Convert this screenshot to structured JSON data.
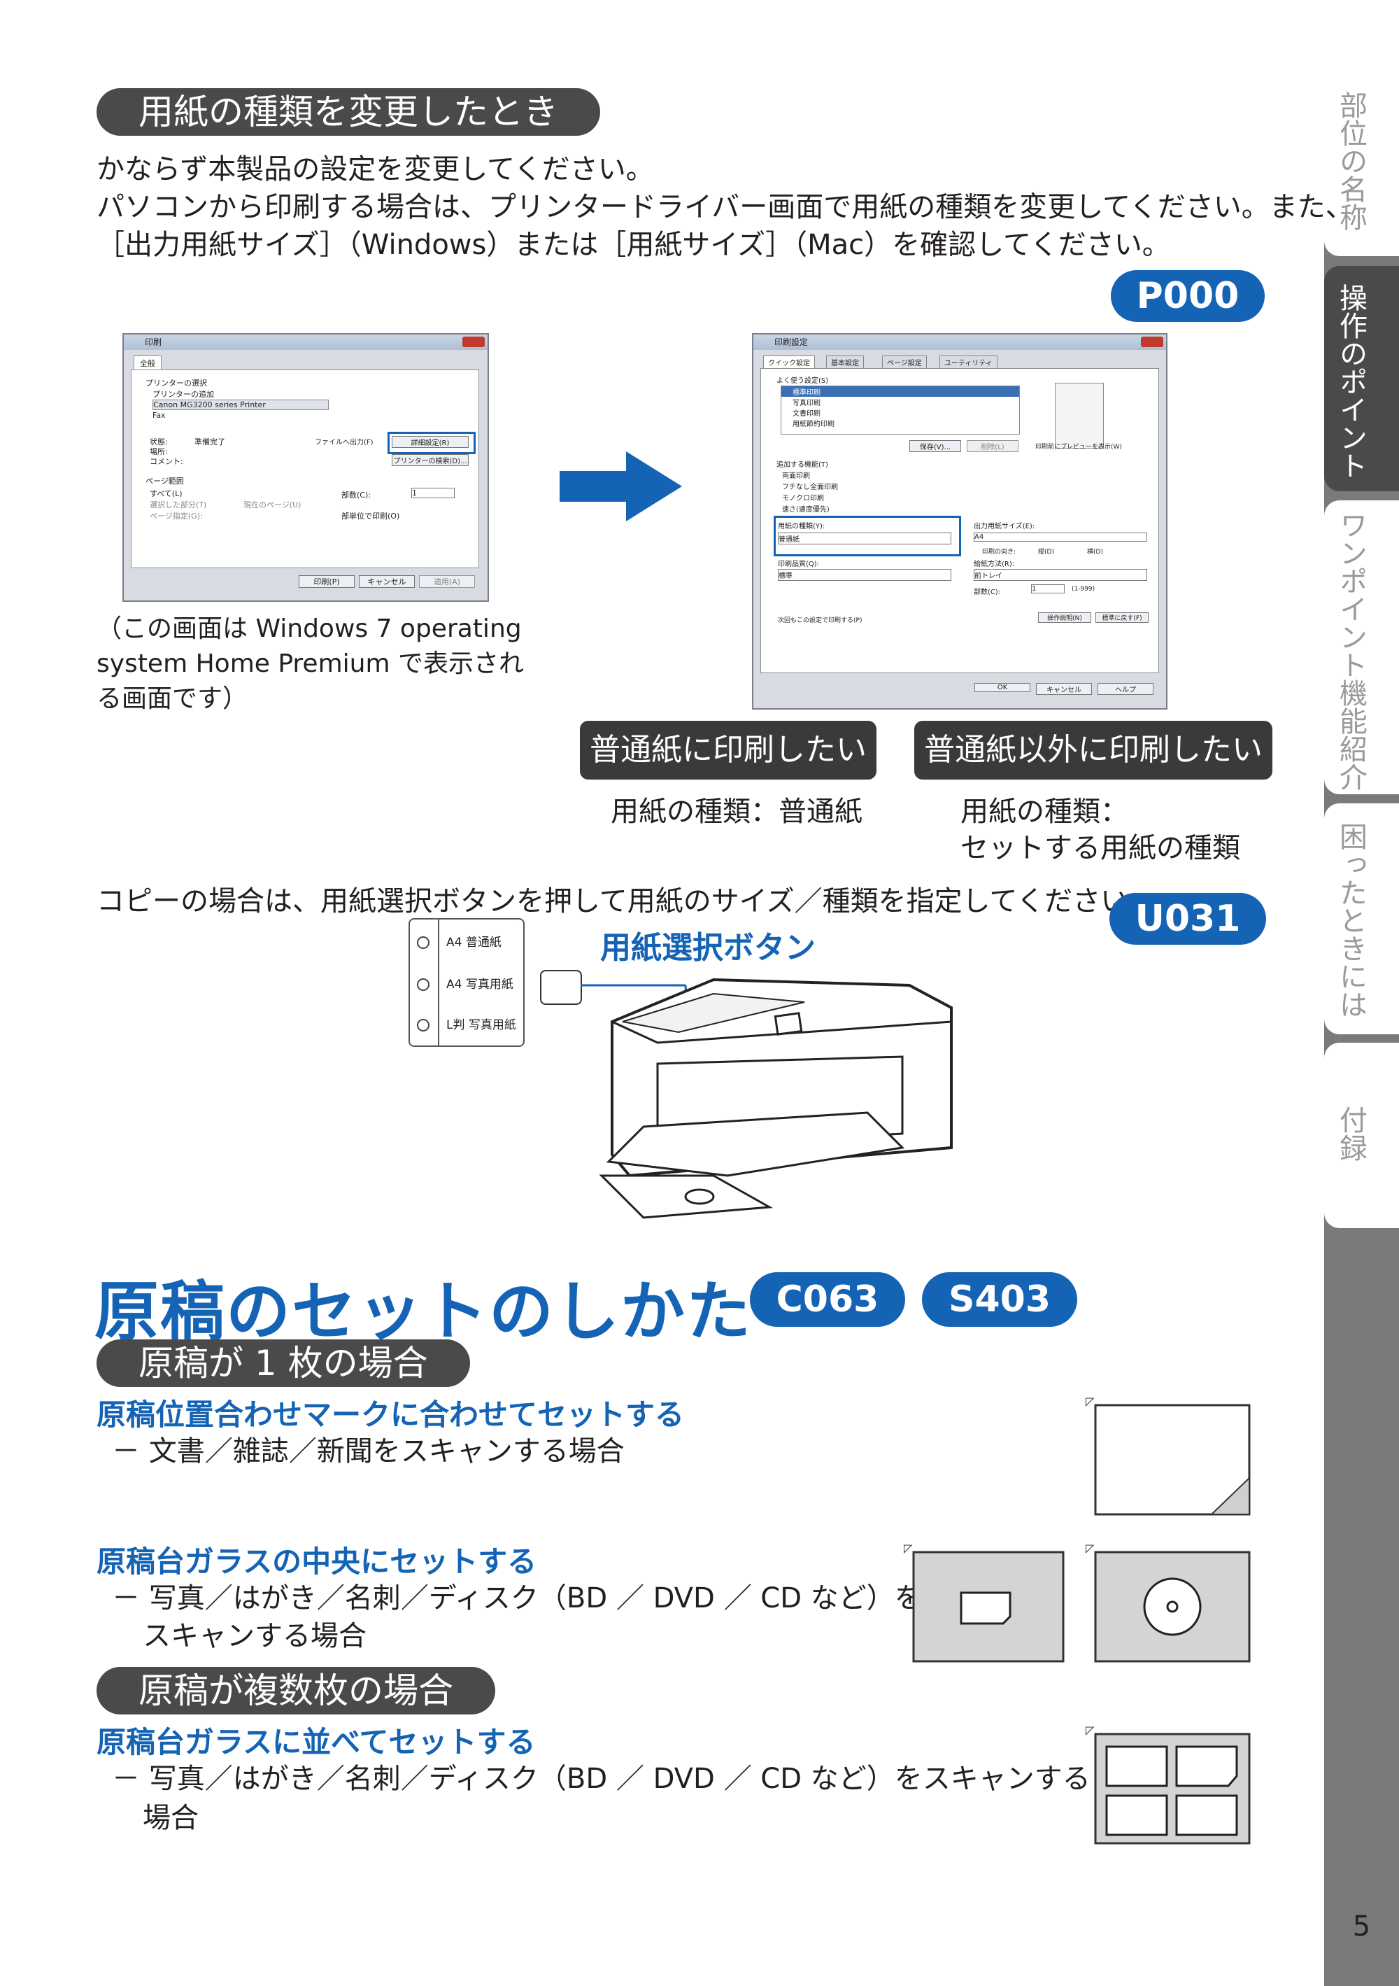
{
  "section1": {
    "pill": "用紙の種類を変更したとき",
    "intro_line1": "かならず本製品の設定を変更してください。",
    "intro_line2": "パソコンから印刷する場合は、プリンタードライバー画面で用紙の種類を変更してください。また、",
    "intro_line3": "［出力用紙サイズ］（Windows）または［用紙サイズ］（Mac）を確認してください。",
    "code1": "P000",
    "caption_line1": "（この画面は Windows 7 operating",
    "caption_line2": "system Home Premium で表示され",
    "caption_line3": "る画面です）",
    "plain_button": "普通紙に印刷したい",
    "other_button": "普通紙以外に印刷したい",
    "plain_note": "用紙の種類：普通紙",
    "other_note_line1": "用紙の種類：",
    "other_note_line2": "セットする用紙の種類",
    "copy_text": "コピーの場合は、用紙選択ボタンを押して用紙のサイズ／種類を指定してください。",
    "code2": "U031",
    "paper_button_label": "用紙選択ボタン",
    "panel_options": [
      "A4 普通紙",
      "A4 写真用紙",
      "L判 写真用紙"
    ]
  },
  "print_dialog": {
    "title": "印刷",
    "tab": "全般",
    "group_select": "プリンターの選択",
    "printers": [
      "プリンターの追加",
      "Canon MG3200 series Printer",
      "Fax"
    ],
    "status_label": "状態:",
    "status_value": "準備完了",
    "location_label": "場所:",
    "comment_label": "コメント:",
    "file_output": "ファイルへ出力(F)",
    "detail_button": "詳細設定(R)",
    "find_button": "プリンターの検索(D)...",
    "range_group": "ページ範囲",
    "range_all": "すべて(L)",
    "range_selection": "選択した部分(T)",
    "range_current": "現在のページ(U)",
    "range_pages": "ページ指定(G):",
    "copies_label": "部数(C):",
    "copies_value": "1",
    "collate": "部単位で印刷(O)",
    "print_button": "印刷(P)",
    "cancel_button": "キャンセル",
    "apply_button": "適用(A)"
  },
  "settings_dialog": {
    "title": "印刷設定",
    "tabs": [
      "クイック設定",
      "基本設定",
      "ページ設定",
      "ユーティリティ"
    ],
    "frequent_group": "よく使う設定(S)",
    "frequent_items": [
      "標準印刷",
      "写真印刷",
      "文書印刷",
      "用紙節約印刷"
    ],
    "save_button": "保存(V)...",
    "delete_button": "削除(L)",
    "preview_check": "印刷前にプレビューを表示(W)",
    "additional_group": "追加する機能(T)",
    "additional_items": [
      "両面印刷",
      "フチなし全面印刷",
      "モノクロ印刷",
      "速さ(速度優先)"
    ],
    "media_label": "用紙の種類(Y):",
    "media_value": "普通紙",
    "output_size_label": "出力用紙サイズ(E):",
    "output_size_value": "A4",
    "orientation_label": "印刷の向き:",
    "portrait": "縦(D)",
    "landscape": "横(D)",
    "quality_label": "印刷品質(Q):",
    "quality_value": "標準",
    "source_label": "給紙方法(R):",
    "source_value": "前トレイ",
    "copies_label": "部数(C):",
    "copies_value": "1",
    "copies_range": "(1-999)",
    "always_check": "次回もこの設定で印刷する(P)",
    "instruction_button": "操作説明(N)",
    "default_button": "標準に戻す(F)",
    "ok_button": "OK",
    "cancel_button": "キャンセル",
    "help_button": "ヘルプ"
  },
  "section2": {
    "title": "原稿のセットのしかた",
    "code1": "C063",
    "code2": "S403",
    "single_pill": "原稿が 1 枚の場合",
    "heading1": "原稿位置合わせマークに合わせてセットする",
    "bullet1": "－ 文書／雑誌／新聞をスキャンする場合",
    "heading2": "原稿台ガラスの中央にセットする",
    "bullet2_line1": "－ 写真／はがき／名刺／ディスク（BD ／ DVD ／ CD など）を",
    "bullet2_line2": "スキャンする場合",
    "multi_pill": "原稿が複数枚の場合",
    "heading3": "原稿台ガラスに並べてセットする",
    "bullet3_line1": "－ 写真／はがき／名刺／ディスク（BD ／ DVD ／ CD など）をスキャンする",
    "bullet3_line2": "場合"
  },
  "sidebar": {
    "tabs": [
      "部位の名称",
      "操作のポイント",
      "ワンポイント機能紹介",
      "困ったときには",
      "付録"
    ],
    "active_tab": "操作のポイント"
  },
  "page_number": "5",
  "colors": {
    "accent": "#1463b5",
    "pill": "#4a4a4a",
    "sidebar": "#7a7a7a"
  }
}
